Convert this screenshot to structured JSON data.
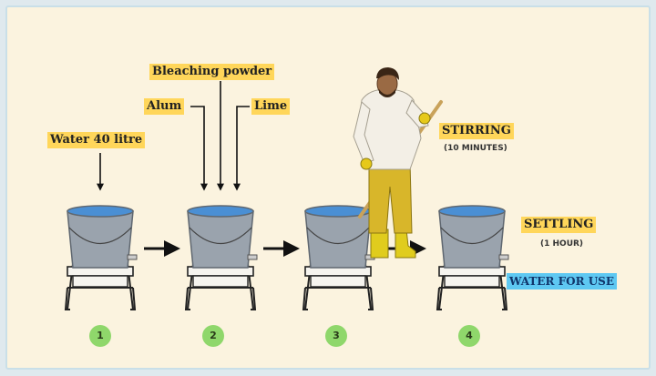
{
  "labels": {
    "bleaching": "Bleaching powder",
    "alum": "Alum",
    "lime": "Lime",
    "water": "Water 40 litre",
    "stirring": "STIRRING",
    "stirring_time": "(10 MINUTES)",
    "settling": "SETTLING",
    "settling_time": "(1 HOUR)",
    "use": "WATER FOR USE"
  },
  "steps": [
    "1",
    "2",
    "3",
    "4"
  ],
  "colors": {
    "label_bg": "#ffd65a",
    "use_bg": "#5ec8f2",
    "step_circle": "#8fd76b",
    "bucket": "#9aa3ad",
    "water": "#4a8fd4",
    "suit": "#f3efe6",
    "pants": "#d8b62a"
  }
}
